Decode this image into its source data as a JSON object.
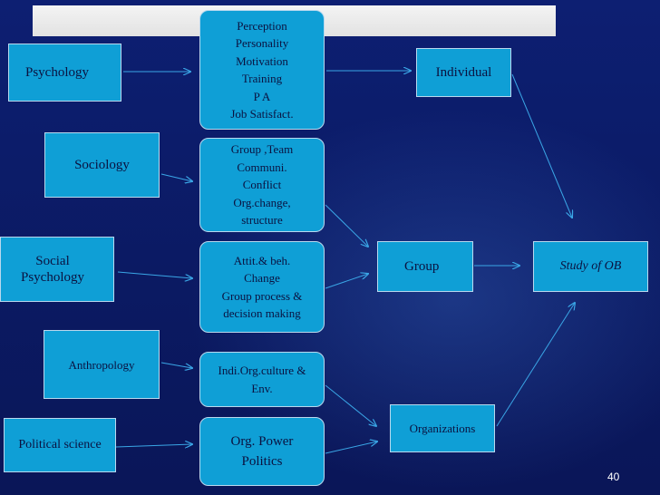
{
  "disciplines": {
    "psychology": "Psychology",
    "sociology": "Sociology",
    "social_psychology": "Social\nPsychology",
    "anthropology": "Anthropology",
    "political_science": "Political science"
  },
  "topics": {
    "psychology": "Perception\nPersonality\nMotivation\nTraining\nP A\nJob Satisfact.",
    "sociology": "Group ,Team\nCommuni.\nConflict\nOrg.change,\nstructure",
    "social_psychology": "Attit.& beh.\nChange\nGroup process &\ndecision making",
    "anthropology": "Indi.Org.culture &\nEnv.",
    "political_science": "Org. Power\nPolitics"
  },
  "levels": {
    "individual": "Individual",
    "group": "Group",
    "organizations": "Organizations"
  },
  "outcome": "Study of OB",
  "slide_number": "40",
  "colors": {
    "box_fill": "#0f9fd6",
    "box_border": "#b9d8ee",
    "arrow": "#3aa6e6",
    "background": "#0b1a63"
  }
}
